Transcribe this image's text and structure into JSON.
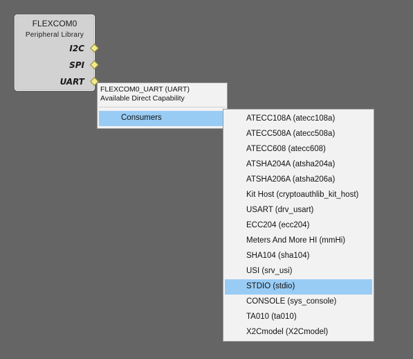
{
  "component": {
    "title": "FLEXCOM0",
    "subtitle": "Peripheral Library",
    "ports": [
      "I2C",
      "SPI",
      "UART"
    ],
    "port_color": "#f3ea8a"
  },
  "context_menu": {
    "header_line1": "FLEXCOM0_UART (UART)",
    "header_line2": "Available Direct Capability",
    "item_label": "Consumers",
    "item_arrow_icon": "chevron-right-icon",
    "highlight_color": "#99ccf5"
  },
  "submenu": {
    "items": [
      "ATECC108A (atecc108a)",
      "ATECC508A (atecc508a)",
      "ATECC608 (atecc608)",
      "ATSHA204A (atsha204a)",
      "ATSHA206A (atsha206a)",
      "Kit Host (cryptoauthlib_kit_host)",
      "USART (drv_usart)",
      "ECC204 (ecc204)",
      "Meters And More HI (mmHi)",
      "SHA104 (sha104)",
      "USI (srv_usi)",
      "STDIO (stdio)",
      "CONSOLE (sys_console)",
      "TA010 (ta010)",
      "X2Cmodel (X2Cmodel)"
    ],
    "selected": "STDIO (stdio)"
  }
}
